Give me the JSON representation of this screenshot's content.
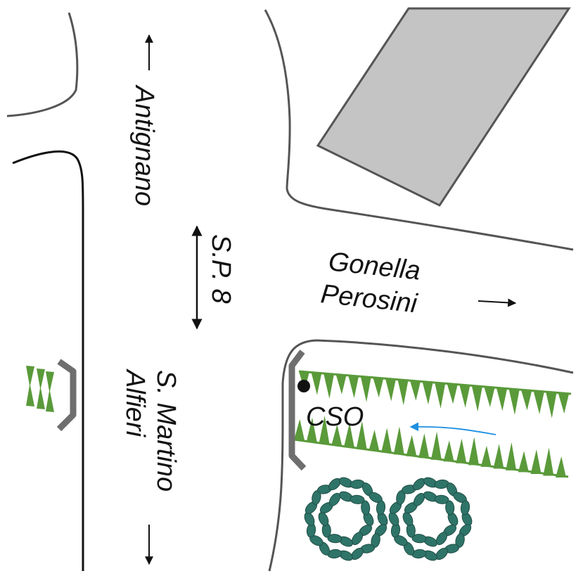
{
  "labels": {
    "antignano": "Antignano",
    "sp8": "S.P. 8",
    "gonella": "Gonella",
    "perosini": "Perosini",
    "san_martino": "S. Martino",
    "alfieri": "Alfieri",
    "cso": "CSO"
  },
  "colors": {
    "road_edge_dark": "#111111",
    "road_edge_grey": "#555555",
    "building_fill": "#c4c4c4",
    "building_stroke": "#555555",
    "vegetation": "#5a9a3a",
    "trees": "#2f7468",
    "bridge": "#6e6e6e",
    "flow_arrow": "#1e90e0"
  },
  "icons": {
    "direction_arrows": "arrow-icon",
    "flow": "blue-flow-arrow-icon",
    "outfall": "outfall-dot-icon",
    "trees": "tree-cluster-icon"
  }
}
